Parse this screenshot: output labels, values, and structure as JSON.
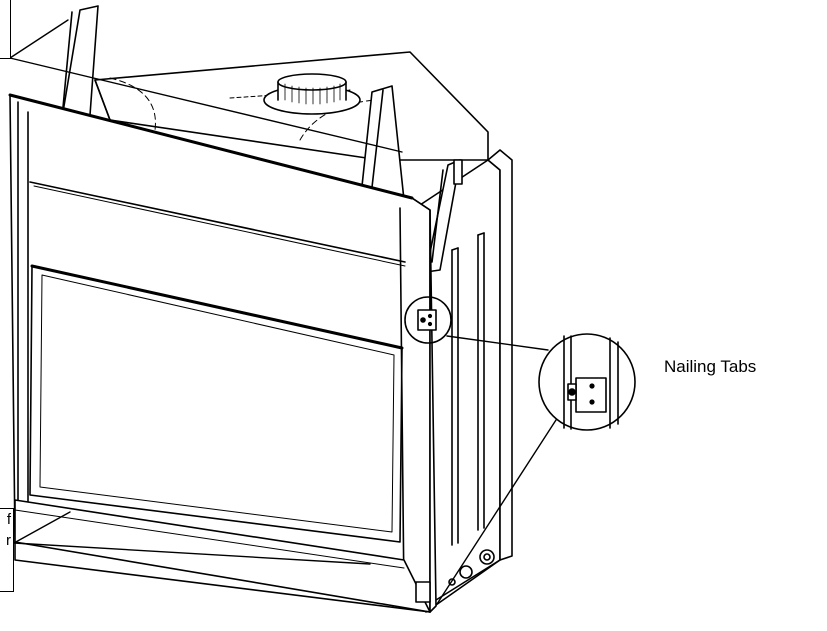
{
  "labels": {
    "nailing_tabs": "Nailing Tabs",
    "bottom_left_line1": "f",
    "bottom_left_line2": "r"
  },
  "colors": {
    "line": "#000000",
    "background": "#ffffff"
  }
}
